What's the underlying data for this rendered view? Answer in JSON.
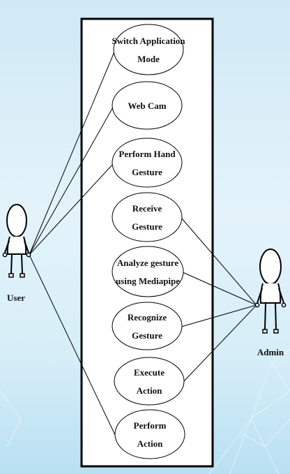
{
  "actors": {
    "user": {
      "label": "User"
    },
    "admin": {
      "label": "Admin"
    }
  },
  "use_cases": [
    {
      "id": "switch-application-mode",
      "lines": [
        "Switch Application",
        "Mode"
      ]
    },
    {
      "id": "web-cam",
      "lines": [
        "Web Cam"
      ]
    },
    {
      "id": "perform-hand-gesture",
      "lines": [
        "Perform Hand",
        "Gesture"
      ]
    },
    {
      "id": "receive-gesture",
      "lines": [
        "Receive",
        "Gesture"
      ]
    },
    {
      "id": "analyze-gesture",
      "lines": [
        "Analyze gesture",
        "using Mediapipe"
      ]
    },
    {
      "id": "recognize-gesture",
      "lines": [
        "Recognize",
        "Gesture"
      ]
    },
    {
      "id": "execute-action",
      "lines": [
        "Execute",
        "Action"
      ]
    },
    {
      "id": "perform-action",
      "lines": [
        "Perform",
        "Action"
      ]
    }
  ],
  "associations": {
    "user": [
      "switch-application-mode",
      "web-cam",
      "perform-hand-gesture",
      "perform-action"
    ],
    "admin": [
      "receive-gesture",
      "analyze-gesture",
      "recognize-gesture",
      "execute-action"
    ]
  }
}
